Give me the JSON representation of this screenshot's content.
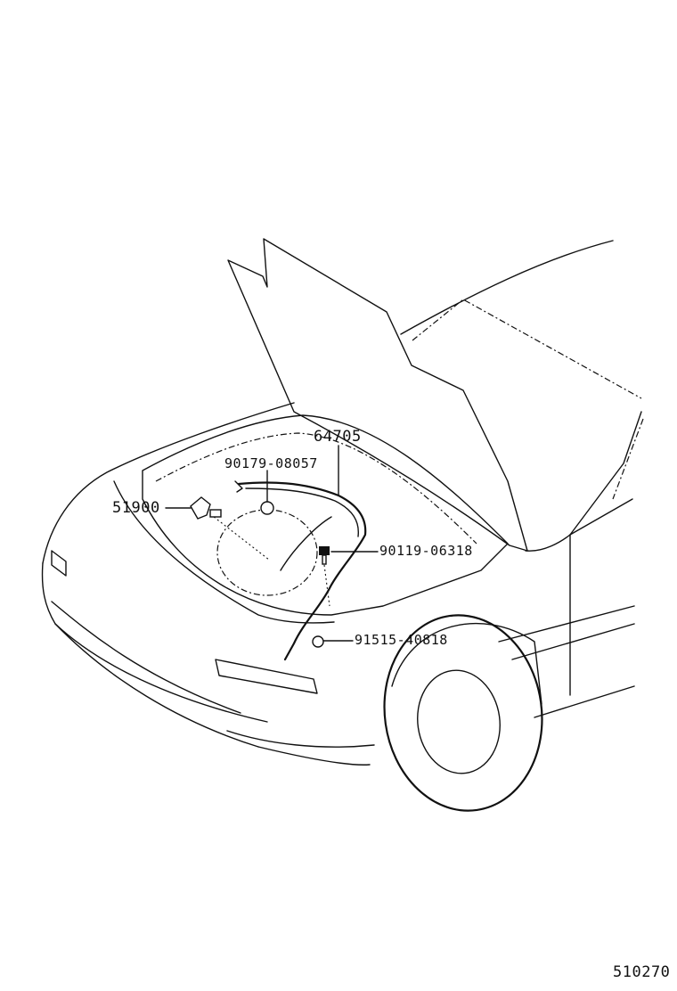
{
  "callouts": {
    "cable": "64705",
    "bolt_upper": "90179-08057",
    "lever": "51900",
    "bolt_mid": "90119-06318",
    "clip": "91515-40818"
  },
  "figure_id": "510270"
}
